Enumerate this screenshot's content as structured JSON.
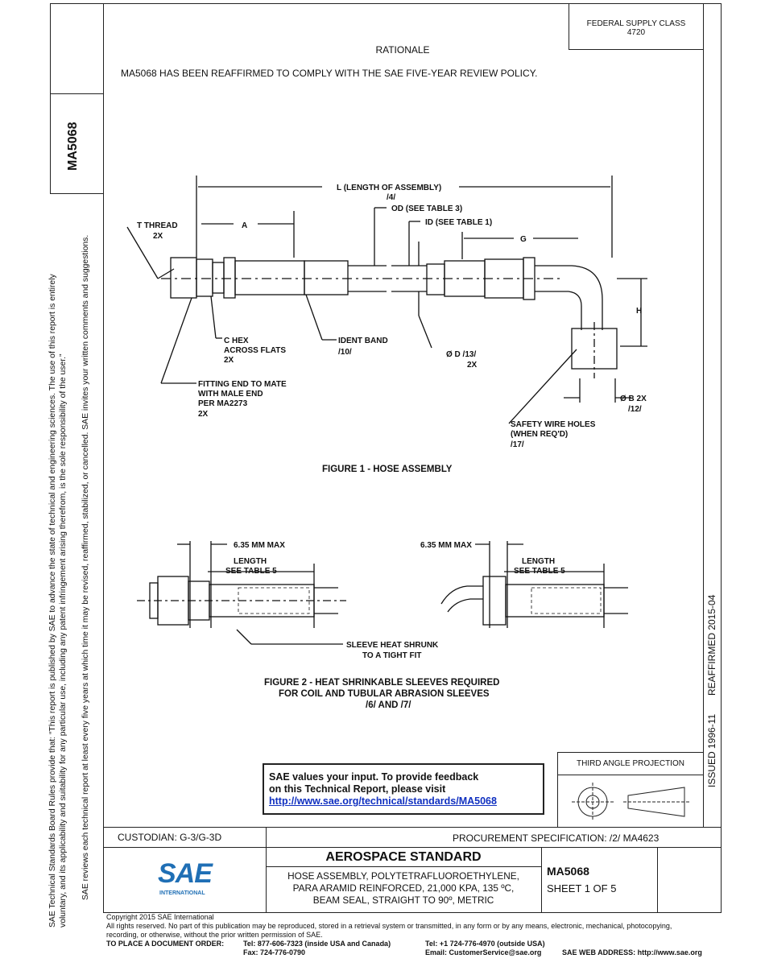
{
  "header": {
    "federal_supply_class": "FEDERAL SUPPLY CLASS",
    "class_number": "4720",
    "rationale_heading": "RATIONALE",
    "rationale_text": "MA5068 HAS BEEN REAFFIRMED TO COMPLY WITH THE SAE FIVE-YEAR REVIEW POLICY."
  },
  "side": {
    "doc_id": "MA5068",
    "board_rules_line1": "SAE Technical Standards Board Rules provide that: “This report is published by SAE to advance the state of technical and engineering sciences. The use of this report is entirely",
    "board_rules_line2": "voluntary, and its applicability and suitability for any particular use, including any patent infringement arising therefrom, is the sole responsibility of the user.”",
    "review_text": "SAE reviews each technical report at least every five years at which time it may be revised, reaffirmed, stabilized, or cancelled. SAE invites your written comments and suggestions.",
    "issued": "ISSUED 1996-11",
    "reaffirmed": "REAFFIRMED 2015-04"
  },
  "figure1": {
    "caption": "FIGURE 1 - HOSE ASSEMBLY",
    "labels": {
      "length": "L (LENGTH OF ASSEMBLY)",
      "length_note": "/4/",
      "od": "OD (SEE TABLE 3)",
      "id": "ID (SEE TABLE 1)",
      "t_thread": "T THREAD",
      "t_count": "2X",
      "a": "A",
      "g": "G",
      "h": "H",
      "c_hex": "C HEX",
      "across_flats": "ACROSS FLATS",
      "c_count": "2X",
      "ident_band": "IDENT BAND",
      "ident_note": "/10/",
      "d": "Ø D /13/",
      "d_count": "2X",
      "fitting1": "FITTING END TO MATE",
      "fitting2": "WITH MALE END",
      "fitting3": "PER MA2273",
      "fitting_count": "2X",
      "b": "Ø B 2X",
      "b_note": "/12/",
      "safety1": "SAFETY WIRE HOLES",
      "safety2": "(WHEN REQ'D)",
      "safety_note": "/17/"
    }
  },
  "figure2": {
    "caption_line1": "FIGURE 2 - HEAT SHRINKABLE SLEEVES REQUIRED",
    "caption_line2": "FOR COIL AND TUBULAR ABRASION SLEEVES",
    "caption_line3": "/6/ AND /7/",
    "max_left": "6.35 MM MAX",
    "max_right": "6.35 MM MAX",
    "length": "LENGTH",
    "see_table": "SEE TABLE 5",
    "length_r": "LENGTH",
    "see_table_r": "SEE TABLE 5",
    "sleeve1": "SLEEVE HEAT SHRUNK",
    "sleeve2": "TO A TIGHT FIT"
  },
  "feedback": {
    "line1": "SAE values your input. To provide feedback",
    "line2": "on this Technical Report, please visit",
    "link": "http://www.sae.org/technical/standards/MA5068"
  },
  "projection": {
    "label": "THIRD ANGLE PROJECTION"
  },
  "titleblock": {
    "custodian": "CUSTODIAN: G-3/G-3D",
    "procurement": "PROCUREMENT SPECIFICATION: /2/ MA4623",
    "type": "AEROSPACE STANDARD",
    "title1": "HOSE ASSEMBLY, POLYTETRAFLUOROETHYLENE,",
    "title2": "PARA ARAMID REINFORCED, 21,000 KPA, 135 ºC,",
    "title3": "BEAM SEAL, STRAIGHT TO 90º, METRIC",
    "doc_id": "MA5068",
    "sheet": "SHEET 1 OF 5",
    "logo_text": "SAE",
    "logo_sub": "INTERNATIONAL"
  },
  "footer": {
    "copyright": "Copyright 2015 SAE International",
    "rights1": "All rights reserved. No part of this publication may be reproduced, stored in a retrieval system or transmitted, in any form or by any means, electronic, mechanical, photocopying,",
    "rights2": "recording, or otherwise, without the prior written permission of SAE.",
    "order": "TO PLACE A DOCUMENT ORDER:",
    "tel1": "Tel: 877-606-7323 (inside USA and Canada)",
    "fax": "Fax: 724-776-0790",
    "tel2": "Tel: +1 724-776-4970 (outside USA)",
    "email": "Email: CustomerService@sae.org",
    "web": "SAE WEB ADDRESS: http://www.sae.org"
  },
  "colors": {
    "logo_blue": "#1f6fb5",
    "link": "#1030c0"
  }
}
